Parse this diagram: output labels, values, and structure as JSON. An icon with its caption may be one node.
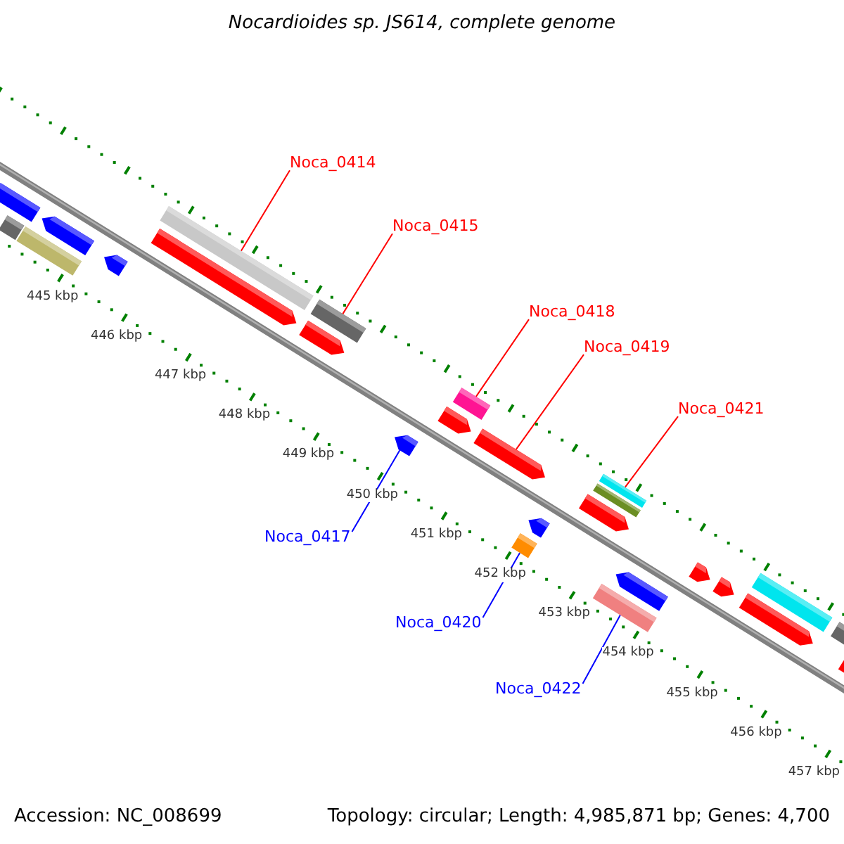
{
  "diagram": {
    "title": "Nocardioides sp. JS614, complete genome",
    "nodes": [
      {
        "text": [
          "Noca_0414"
        ]
      },
      {
        "text": [
          "Noca_0415"
        ]
      },
      {
        "text": [
          "Noca_0418"
        ]
      },
      {
        "text": [
          "Noca_0419"
        ]
      },
      {
        "text": [
          "Noca_0421"
        ]
      },
      {
        "text": [
          "Noca_0417"
        ]
      },
      {
        "text": [
          "Noca_0420"
        ]
      },
      {
        "text": [
          "Noca_0422"
        ]
      },
      {
        "text": [],
        "shape": "bar"
      },
      {
        "text": [],
        "shape": "arrow"
      },
      {
        "text": [],
        "shape": "bar"
      },
      {
        "text": [],
        "shape": "arrow"
      },
      {
        "text": [],
        "shape": "arrow"
      },
      {
        "text": [],
        "shape": "bar"
      },
      {
        "text": [],
        "shape": "arrow"
      },
      {
        "text": [],
        "shape": "bar"
      },
      {
        "text": [],
        "shape": "arrow"
      },
      {
        "text": [],
        "shape": "arrow"
      },
      {
        "text": [],
        "shape": "arrow"
      },
      {
        "text": [],
        "shape": "bar"
      },
      {
        "text": [],
        "shape": "arrow"
      },
      {
        "text": [],
        "shape": "arrow"
      },
      {
        "text": [],
        "shape": "bar"
      },
      {
        "text": [],
        "shape": "arrow"
      },
      {
        "text": [],
        "shape": "bar"
      },
      {
        "text": [],
        "shape": "bar"
      },
      {
        "text": [],
        "shape": "bar"
      },
      {
        "text": [],
        "shape": "arrow"
      },
      {
        "text": [],
        "shape": "arrow"
      },
      {
        "text": [],
        "shape": "arrow"
      },
      {
        "text": [],
        "shape": "arrow"
      },
      {
        "text": [],
        "shape": "bar"
      },
      {
        "text": [],
        "shape": "bar"
      },
      {
        "text": [],
        "shape": "arrow"
      }
    ],
    "edges": [
      {
        "from": 0,
        "to": 13,
        "arrow": "none"
      },
      {
        "from": 1,
        "to": 15,
        "arrow": "none"
      },
      {
        "from": 2,
        "to": 19,
        "arrow": "none"
      },
      {
        "from": 3,
        "to": 20,
        "arrow": "none"
      },
      {
        "from": 4,
        "to": 25,
        "arrow": "none"
      },
      {
        "from": 5,
        "to": 17,
        "arrow": "none",
        "color": "#0000ff"
      },
      {
        "from": 6,
        "to": 22,
        "arrow": "none",
        "color": "#0000ff"
      },
      {
        "from": 7,
        "to": 26,
        "arrow": "none",
        "color": "#0000ff"
      }
    ],
    "labels": [
      "445 kbp",
      "446 kbp",
      "447 kbp",
      "448 kbp",
      "449 kbp",
      "450 kbp",
      "451 kbp",
      "452 kbp",
      "453 kbp",
      "454 kbp",
      "455 kbp",
      "456 kbp",
      "457 kbp",
      "Accession: NC_008699",
      "Topology: circular; Length: 4,985,871 bp; Genes: 4,700"
    ]
  }
}
